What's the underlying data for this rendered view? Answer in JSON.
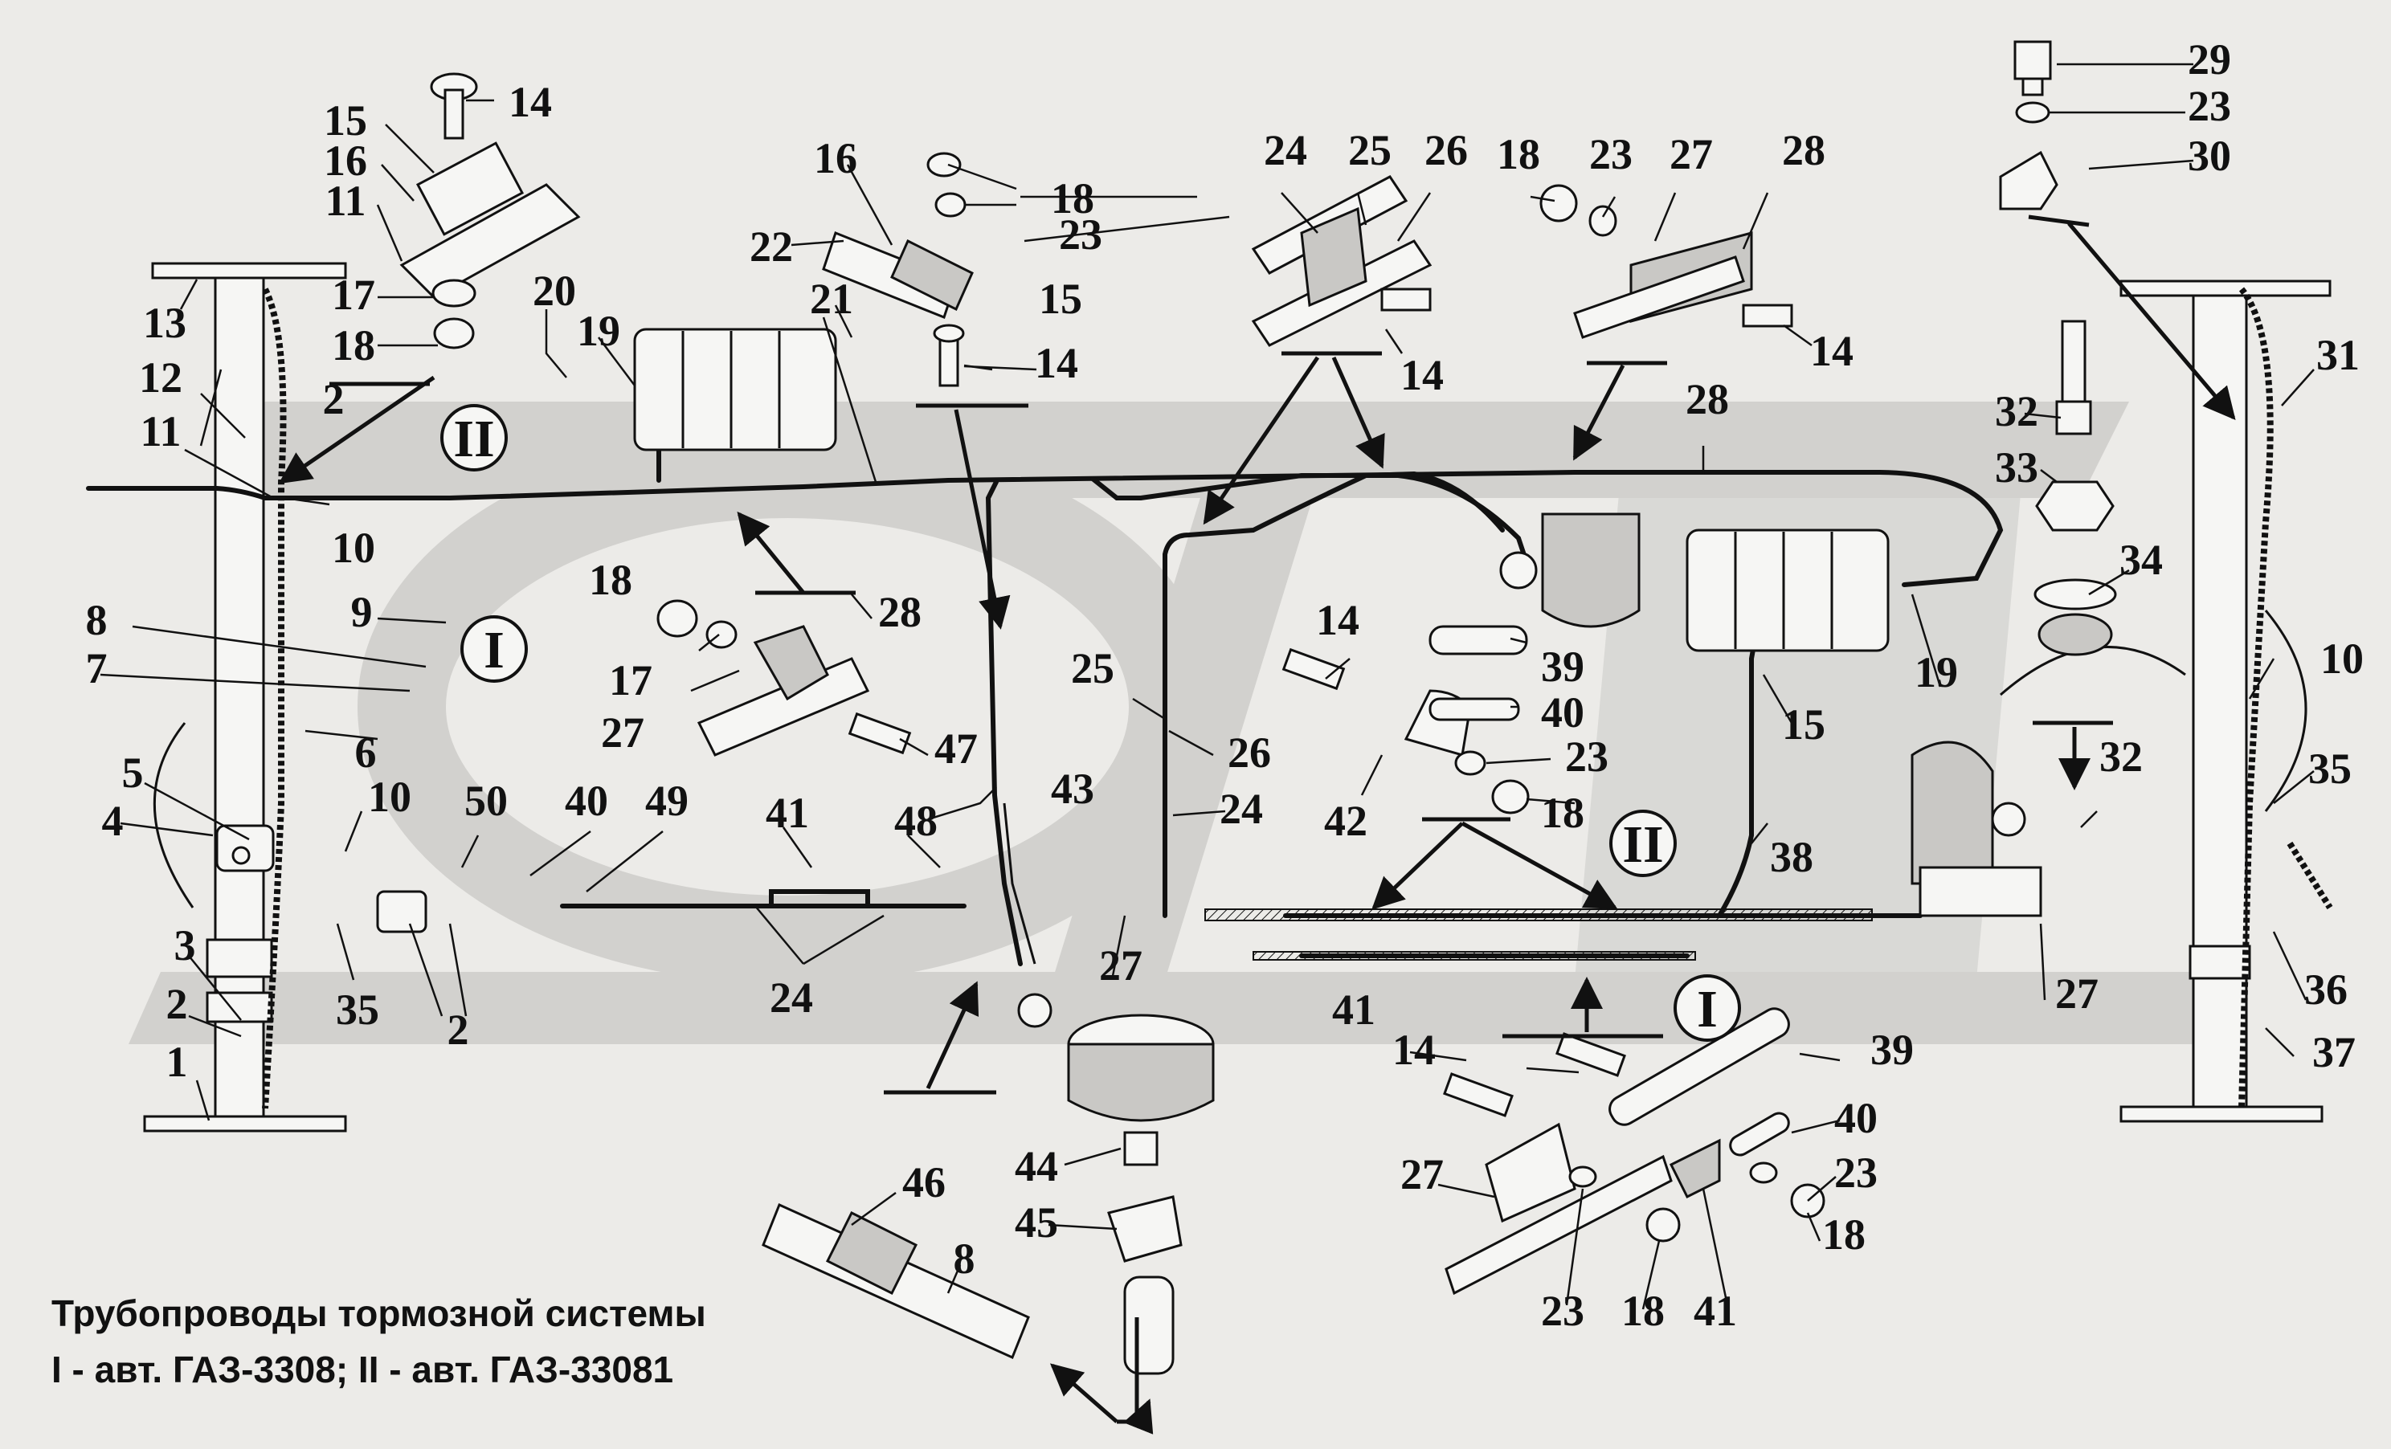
{
  "diagram": {
    "callouts": [
      {
        "id": "c14a",
        "text": "14"
      },
      {
        "id": "c15a",
        "text": "15"
      },
      {
        "id": "c16a",
        "text": "16"
      },
      {
        "id": "c11a",
        "text": "11"
      },
      {
        "id": "c17a",
        "text": "17"
      },
      {
        "id": "c18a",
        "text": "18"
      },
      {
        "id": "c13",
        "text": "13"
      },
      {
        "id": "c12",
        "text": "12"
      },
      {
        "id": "c2a",
        "text": "2"
      },
      {
        "id": "c11b",
        "text": "11"
      },
      {
        "id": "c10a",
        "text": "10"
      },
      {
        "id": "c8a",
        "text": "8"
      },
      {
        "id": "c9",
        "text": "9"
      },
      {
        "id": "c7",
        "text": "7"
      },
      {
        "id": "c6",
        "text": "6"
      },
      {
        "id": "c5",
        "text": "5"
      },
      {
        "id": "c4",
        "text": "4"
      },
      {
        "id": "c10b",
        "text": "10"
      },
      {
        "id": "c3",
        "text": "3"
      },
      {
        "id": "c2b",
        "text": "2"
      },
      {
        "id": "c1",
        "text": "1"
      },
      {
        "id": "c35a",
        "text": "35"
      },
      {
        "id": "c2c",
        "text": "2"
      },
      {
        "id": "c50",
        "text": "50"
      },
      {
        "id": "c40a",
        "text": "40"
      },
      {
        "id": "c49",
        "text": "49"
      },
      {
        "id": "c20",
        "text": "20"
      },
      {
        "id": "c19a",
        "text": "19"
      },
      {
        "id": "c21",
        "text": "21"
      },
      {
        "id": "c16b",
        "text": "16"
      },
      {
        "id": "c22",
        "text": "22"
      },
      {
        "id": "c15b",
        "text": "15"
      },
      {
        "id": "c18b",
        "text": "18"
      },
      {
        "id": "c23a",
        "text": "23"
      },
      {
        "id": "c14b",
        "text": "14"
      },
      {
        "id": "c18c",
        "text": "18"
      },
      {
        "id": "c17b",
        "text": "17"
      },
      {
        "id": "c27a",
        "text": "27"
      },
      {
        "id": "c28a",
        "text": "28"
      },
      {
        "id": "c47",
        "text": "47"
      },
      {
        "id": "c41a",
        "text": "41"
      },
      {
        "id": "c48",
        "text": "48"
      },
      {
        "id": "c43",
        "text": "43"
      },
      {
        "id": "c24a",
        "text": "24"
      },
      {
        "id": "c27b",
        "text": "27"
      },
      {
        "id": "c24b",
        "text": "24"
      },
      {
        "id": "c25a",
        "text": "25"
      },
      {
        "id": "c26a",
        "text": "26"
      },
      {
        "id": "c24c",
        "text": "24"
      },
      {
        "id": "c25b",
        "text": "25"
      },
      {
        "id": "c26b",
        "text": "26"
      },
      {
        "id": "c14c",
        "text": "14"
      },
      {
        "id": "c18d",
        "text": "18"
      },
      {
        "id": "c23b",
        "text": "23"
      },
      {
        "id": "c27c",
        "text": "27"
      },
      {
        "id": "c28b",
        "text": "28"
      },
      {
        "id": "c14d",
        "text": "14"
      },
      {
        "id": "c28c",
        "text": "28"
      },
      {
        "id": "c14e",
        "text": "14"
      },
      {
        "id": "c39a",
        "text": "39"
      },
      {
        "id": "c40b",
        "text": "40"
      },
      {
        "id": "c23c",
        "text": "23"
      },
      {
        "id": "c42",
        "text": "42"
      },
      {
        "id": "c18e",
        "text": "18"
      },
      {
        "id": "c15c",
        "text": "15"
      },
      {
        "id": "c19b",
        "text": "19"
      },
      {
        "id": "c38",
        "text": "38"
      },
      {
        "id": "c29",
        "text": "29"
      },
      {
        "id": "c23d",
        "text": "23"
      },
      {
        "id": "c30",
        "text": "30"
      },
      {
        "id": "c31",
        "text": "31"
      },
      {
        "id": "c32a",
        "text": "32"
      },
      {
        "id": "c33",
        "text": "33"
      },
      {
        "id": "c34",
        "text": "34"
      },
      {
        "id": "c10c",
        "text": "10"
      },
      {
        "id": "c32b",
        "text": "32"
      },
      {
        "id": "c35b",
        "text": "35"
      },
      {
        "id": "c36",
        "text": "36"
      },
      {
        "id": "c27d",
        "text": "27"
      },
      {
        "id": "c37",
        "text": "37"
      },
      {
        "id": "c41b",
        "text": "41"
      },
      {
        "id": "c14f",
        "text": "14"
      },
      {
        "id": "c27e",
        "text": "27"
      },
      {
        "id": "c39b",
        "text": "39"
      },
      {
        "id": "c40c",
        "text": "40"
      },
      {
        "id": "c23e",
        "text": "23"
      },
      {
        "id": "c18f",
        "text": "18"
      },
      {
        "id": "c23f",
        "text": "23"
      },
      {
        "id": "c18g",
        "text": "18"
      },
      {
        "id": "c41c",
        "text": "41"
      },
      {
        "id": "c44",
        "text": "44"
      },
      {
        "id": "c45",
        "text": "45"
      },
      {
        "id": "c46",
        "text": "46"
      },
      {
        "id": "c8b",
        "text": "8"
      }
    ],
    "roman_marks": [
      {
        "id": "r2a",
        "text": "II"
      },
      {
        "id": "r1a",
        "text": "I"
      },
      {
        "id": "r2b",
        "text": "II"
      },
      {
        "id": "r1b",
        "text": "I"
      }
    ]
  },
  "caption": {
    "title": "Трубопроводы тормозной системы",
    "subtitle": "I - авт. ГАЗ-3308;  II - авт. ГАЗ-33081"
  },
  "colors": {
    "background": "#ecebe8",
    "watermark": "#d2d1ce",
    "ink": "#111111",
    "part_fill": "#f6f6f4",
    "shadow_fill": "#c9c8c5"
  }
}
